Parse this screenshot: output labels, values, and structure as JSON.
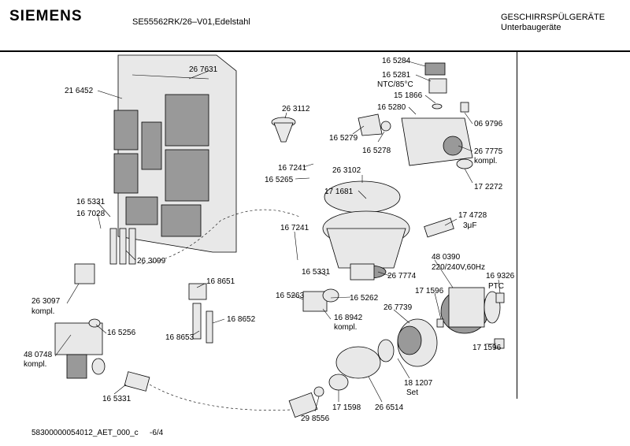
{
  "header": {
    "brand": "SIEMENS",
    "model": "SE55562RK/26–V01,Edelstahl",
    "category_line1": "GESCHIRRSPÜLGERÄTE",
    "category_line2": "Unterbaugeräte"
  },
  "footer": {
    "doc_id": "58300000054012_AET_000_c",
    "page": "-6/4"
  },
  "labels": {
    "l267631": "26 7631",
    "l216452": "21 6452",
    "l263112": "26 3112",
    "l165284": "16 5284",
    "l165281": "16 5281",
    "lntc": "NTC/85°C",
    "l151866": "15 1866",
    "l165280": "16 5280",
    "l069796": "06 9796",
    "l165279": "16 5279",
    "l165278": "16 5278",
    "l267775": "26 7775",
    "lkompl1": "kompl.",
    "l172272": "17 2272",
    "l167241a": "16 7241",
    "l165265": "16 5265",
    "l263102": "26 3102",
    "l171681": "17 1681",
    "l165331a": "16 5331",
    "l167028": "16 7028",
    "l174728": "17 4728",
    "l3uf": "3μF",
    "l167241b": "16 7241",
    "l263099": "26 3099",
    "l480390": "48 0390",
    "l220v": "220/240V,60Hz",
    "l165331b": "16 5331",
    "l267774": "26 7774",
    "l169326": "16 9326",
    "lptc": "PTC",
    "l165263": "16 5263",
    "l165262": "16 5262",
    "l263097": "26 3097",
    "lkompl2": "kompl.",
    "l168651": "16 8651",
    "l171596a": "17 1596",
    "l267739": "26 7739",
    "l168942": "16 8942",
    "lkompl3": "kompl.",
    "l168652": "16 8652",
    "l165256": "16 5256",
    "l168653": "16 8653",
    "l480748": "48 0748",
    "lkompl4": "kompl.",
    "l171596b": "17 1596",
    "l181207": "18 1207",
    "lset": "Set",
    "l165331c": "16 5331",
    "l171598": "17 1598",
    "l266514": "26 6514",
    "l298556": "29 8556"
  }
}
